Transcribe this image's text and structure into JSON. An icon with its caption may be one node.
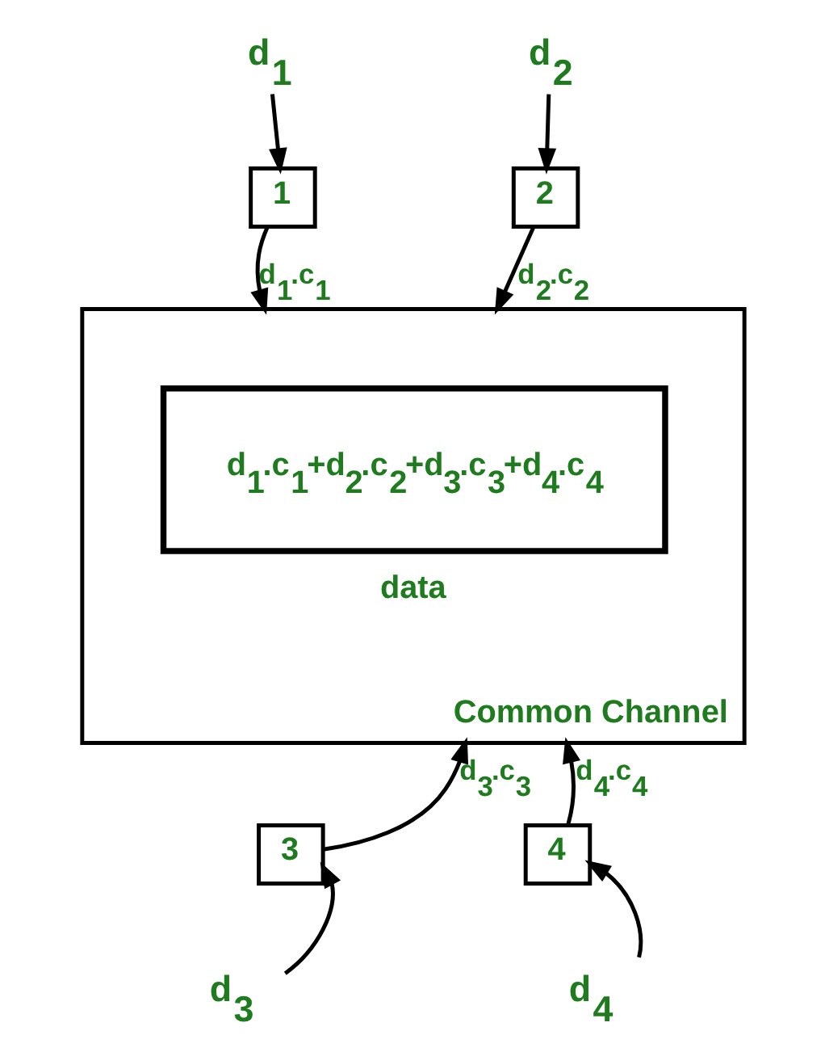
{
  "diagram": {
    "nodes": [
      {
        "text": [
          "d$_{1}$"
        ]
      },
      {
        "text": [
          "d$_{2}$"
        ]
      },
      {
        "text": [
          "1"
        ]
      },
      {
        "text": [
          "2"
        ]
      },
      {
        "text": [
          "Common Channel"
        ]
      },
      {
        "text": [
          "d$_{1}$.c$_{1}$+d$_{2}$.c$_{2}$+d$_{3}$.c$_{3}$+d$_{4}$.c$_{4}$"
        ],
        "beside": [
          "data"
        ],
        "in": 4
      },
      {
        "text": [
          "3"
        ]
      },
      {
        "text": [
          "4"
        ]
      },
      {
        "text": [
          "d$_{3}$"
        ]
      },
      {
        "text": [
          "d$_{4}$"
        ]
      }
    ],
    "edges": [
      {
        "from": 0,
        "to": 2,
        "arrow": "to"
      },
      {
        "from": 1,
        "to": 3,
        "arrow": "to"
      },
      {
        "from": 2,
        "to": 4,
        "arrow": "to",
        "label": "d$_{1}$.c$_{1}$"
      },
      {
        "from": 3,
        "to": 4,
        "arrow": "to",
        "label": "d$_{2}$.c$_{2}$"
      },
      {
        "from": 6,
        "to": 4,
        "arrow": "to",
        "label": "d$_{3}$.c$_{3}$"
      },
      {
        "from": 7,
        "to": 4,
        "arrow": "to",
        "label": "d$_{4}$.c$_{4}$"
      },
      {
        "from": 8,
        "to": 6,
        "arrow": "to"
      },
      {
        "from": 9,
        "to": 7,
        "arrow": "to"
      }
    ]
  }
}
